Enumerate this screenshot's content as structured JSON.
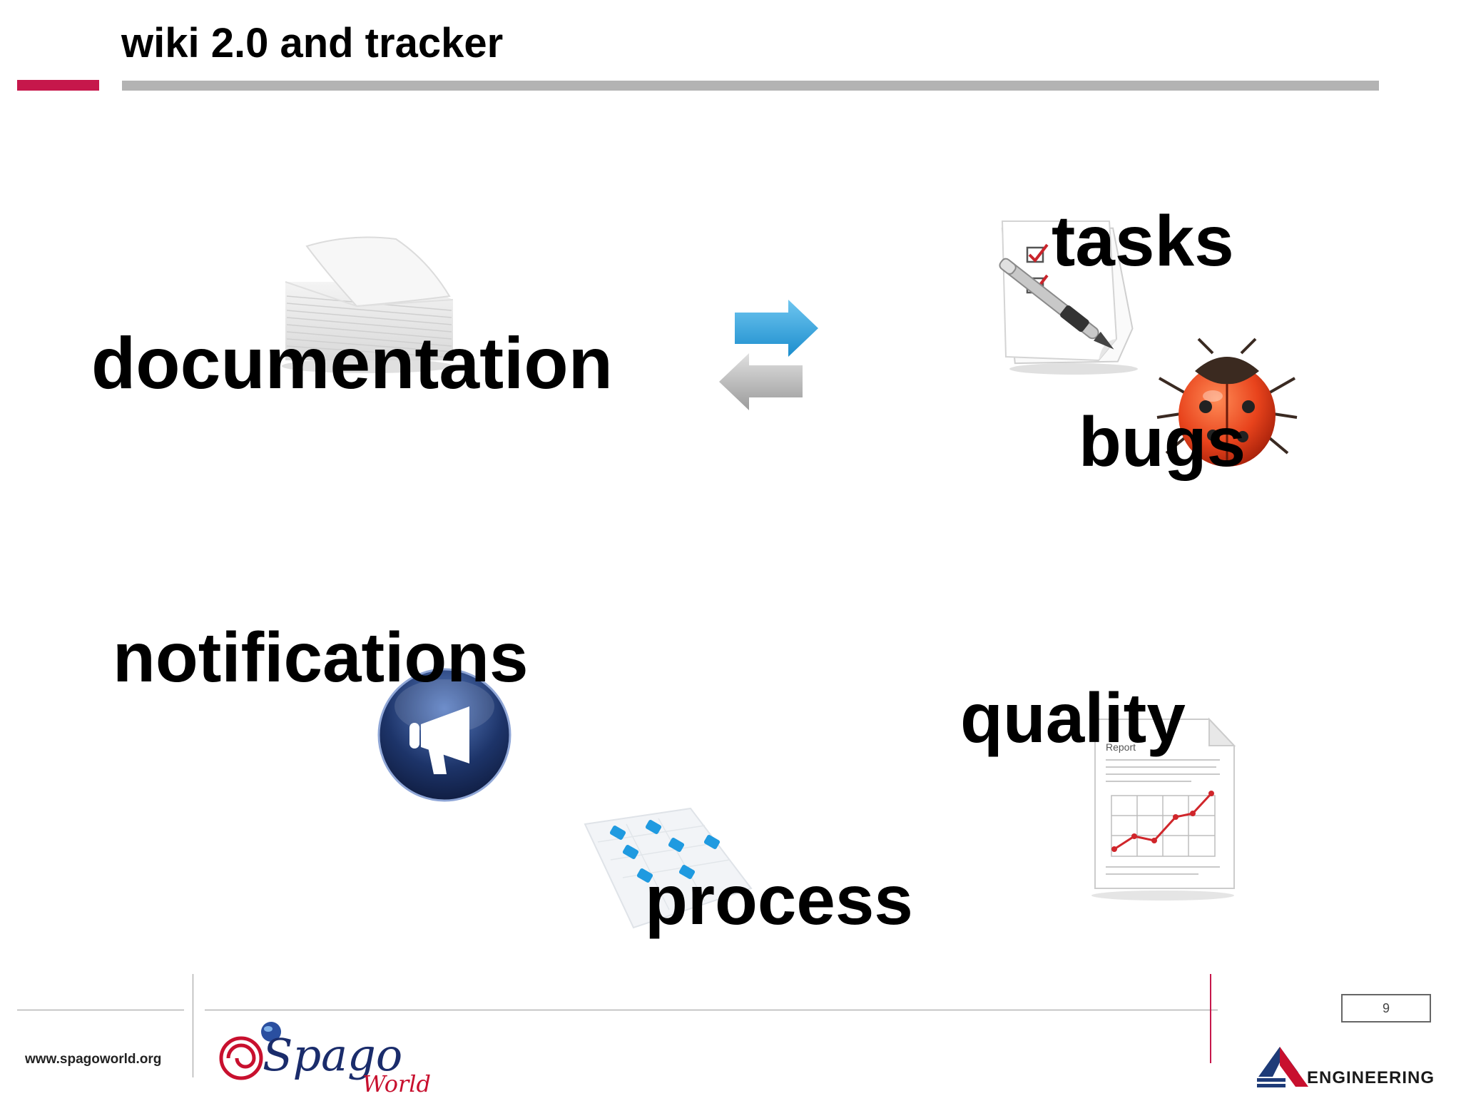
{
  "header": {
    "title": "wiki 2.0 and tracker"
  },
  "words": {
    "documentation": "documentation",
    "tasks": "tasks",
    "bugs": "bugs",
    "notifications": "notifications",
    "quality": "quality",
    "process": "process"
  },
  "report_doc": {
    "heading": "Report"
  },
  "footer": {
    "url": "www.spagoworld.org",
    "page_number": "9",
    "logo_spago": {
      "name": "Spago",
      "sub": "World"
    },
    "logo_engineering": "ENGINEERING"
  },
  "colors": {
    "accent": "#c6174b",
    "rule": "#b3b3b3",
    "arrow_blue": "#2b9fd8",
    "arrow_grey": "#a9a9a9",
    "ladybug": "#e8431c",
    "megaphone_circle": "#1d3469"
  },
  "icons": {
    "paper_stack": "paper-stack-icon",
    "sync_arrows": "sync-arrows-icon",
    "checklist": "checklist-pen-icon",
    "ladybug": "ladybug-icon",
    "megaphone": "megaphone-icon",
    "process_grid": "process-grid-icon",
    "report": "report-chart-icon"
  }
}
